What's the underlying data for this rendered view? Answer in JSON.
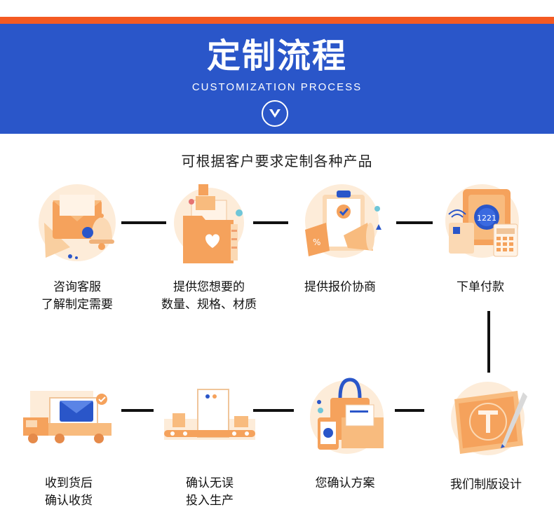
{
  "header": {
    "title": "定制流程",
    "subtitle": "CUSTOMIZATION PROCESS"
  },
  "intro": "可根据客户要求定制各种产品",
  "steps": [
    {
      "line1": "咨询客服",
      "line2": "了解制定需要",
      "icon": "envelope-bell-icon"
    },
    {
      "line1": "提供您想要的",
      "line2": "数量、规格、材质",
      "icon": "folder-icon"
    },
    {
      "line1": "提供报价协商",
      "line2": "",
      "icon": "clipboard-megaphone-icon"
    },
    {
      "line1": "下单付款",
      "line2": "",
      "icon": "safe-payment-icon"
    },
    {
      "line1": "我们制版设计",
      "line2": "",
      "icon": "design-drafting-icon"
    },
    {
      "line1": "您确认方案",
      "line2": "",
      "icon": "shopping-bag-icon"
    },
    {
      "line1": "确认无误",
      "line2": "投入生产",
      "icon": "production-line-icon"
    },
    {
      "line1": "收到货后",
      "line2": "确认收货",
      "icon": "delivery-truck-icon"
    }
  ],
  "icon_text": {
    "safe_code": "1221"
  },
  "colors": {
    "accent_orange": "#f45a22",
    "header_blue": "#2a56c9",
    "icon_orange": "#f5a25c",
    "icon_light": "#fdecd9"
  }
}
